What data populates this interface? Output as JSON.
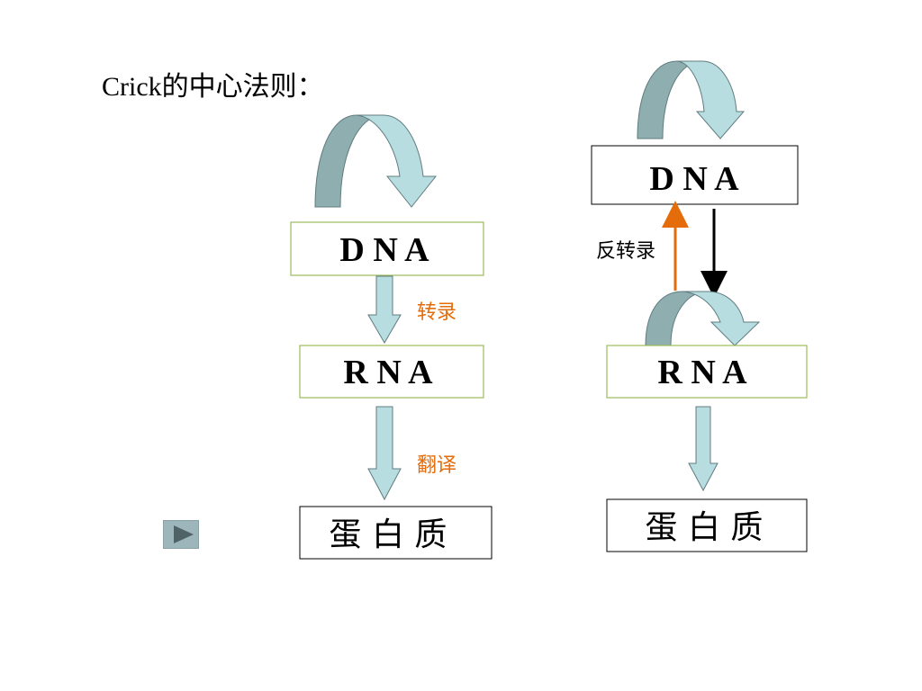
{
  "title": "Crick的中心法则：",
  "colors": {
    "curve_light": "#b8dde0",
    "curve_dark": "#8faeaf",
    "arrow_fill": "#b8dde0",
    "box_border_green": "#9bbb59",
    "box_border_black": "#000000",
    "label_orange": "#e46c0a",
    "reverse_arrow": "#e46c0a"
  },
  "left": {
    "dna": "D N A",
    "rna": "R N A",
    "protein": "蛋 白 质",
    "transcription_label": "转录",
    "translation_label": "翻译",
    "replication_icon": "curved-arrow-icon"
  },
  "right": {
    "dna": "D N A",
    "rna": "R N A",
    "protein": "蛋 白 质",
    "reverse_transcription_label": "反转录",
    "replication_icon": "curved-arrow-icon"
  },
  "play_button": {
    "icon": "play-icon"
  }
}
